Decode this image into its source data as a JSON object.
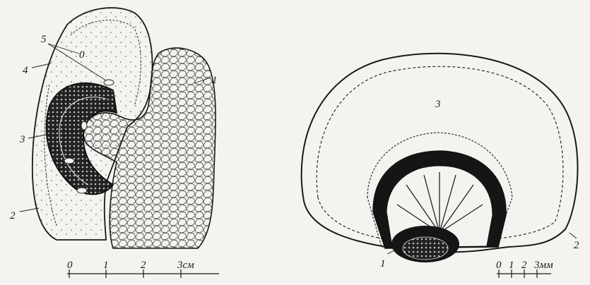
{
  "left_figure": {
    "labels": {
      "l1": "1",
      "l2": "2",
      "l3": "3",
      "l4": "4",
      "l5": "5",
      "oval": "0"
    },
    "scale": {
      "ticks": [
        "0",
        "1",
        "2",
        "3см"
      ]
    }
  },
  "right_figure": {
    "labels": {
      "l1": "1",
      "l2": "2",
      "l3": "3"
    },
    "scale": {
      "ticks": [
        "0",
        "1",
        "2",
        "3мм"
      ]
    }
  },
  "colors": {
    "ink": "#1a1a1a",
    "paper": "#f4f3ef",
    "stipple": "#9a9890"
  }
}
